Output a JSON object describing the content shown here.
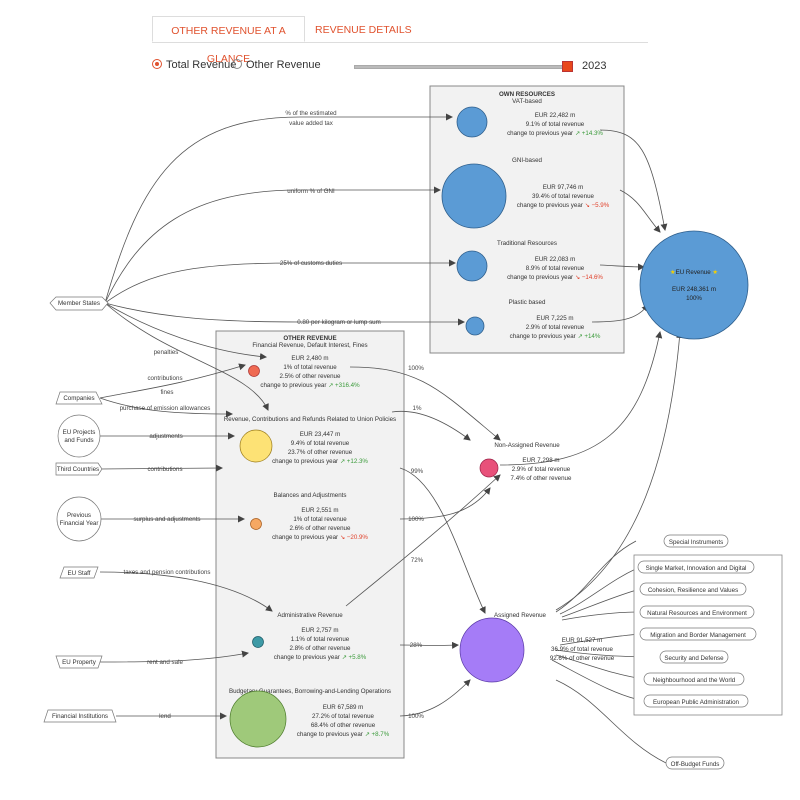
{
  "tabs": {
    "glance": "OTHER REVENUE AT A GLANCE",
    "details": "REVENUE DETAILS"
  },
  "radios": {
    "total": "Total Revenue",
    "other": "Other Revenue"
  },
  "slider": {
    "year": "2023"
  },
  "own": {
    "header": "OWN RESOURCES",
    "vat": {
      "title": "VAT-based",
      "amount": "EUR 22,482 m",
      "share": "9.1% of total revenue",
      "change_label": "change to previous year",
      "change": "↗ +14.3%"
    },
    "gni": {
      "title": "GNI-based",
      "amount": "EUR 97,746 m",
      "share": "39.4% of total revenue",
      "change_label": "change to previous year",
      "change": "↘ −5.9%"
    },
    "trad": {
      "title": "Traditional Resources",
      "amount": "EUR 22,083 m",
      "share": "8.9% of total revenue",
      "change_label": "change to previous year",
      "change": "↘ −14.6%"
    },
    "plastic": {
      "title": "Plastic based",
      "amount": "EUR 7,225 m",
      "share": "2.9% of total revenue",
      "change_label": "change to previous year",
      "change": "↗ +14%"
    }
  },
  "eu": {
    "title": "EU Revenue",
    "amount": "EUR 248,361 m",
    "share": "100%"
  },
  "other": {
    "header": "OTHER REVENUE",
    "fin": {
      "title": "Financial Revenue, Default Interest, Fines",
      "amount": "EUR 2,480 m",
      "share": "1% of total revenue",
      "share2": "2.5% of other revenue",
      "change_label": "change to previous year",
      "change": "↗ +316.4%"
    },
    "rev": {
      "title": "Revenue, Contributions and Refunds Related to Union Policies",
      "amount": "EUR 23,447 m",
      "share": "9.4% of total revenue",
      "share2": "23.7% of other revenue",
      "change_label": "change to previous year",
      "change": "↗ +12.3%"
    },
    "bal": {
      "title": "Balances and Adjustments",
      "amount": "EUR 2,551 m",
      "share": "1% of total revenue",
      "share2": "2.6% of other revenue",
      "change_label": "change to previous year",
      "change": "↘ −20.9%"
    },
    "adm": {
      "title": "Administrative Revenue",
      "amount": "EUR 2,757 m",
      "share": "1.1% of total revenue",
      "share2": "2.8% of other revenue",
      "change_label": "change to previous year",
      "change": "↗ +5.8%"
    },
    "bud": {
      "title": "Budgetary Guarantees, Borrowing-and-Lending Operations",
      "amount": "EUR 67,589 m",
      "share": "27.2% of total revenue",
      "share2": "68.4% of other revenue",
      "change_label": "change to previous year",
      "change": "↗ +8.7%"
    }
  },
  "nonassigned": {
    "title": "Non-Assigned Revenue",
    "amount": "EUR 7,298 m",
    "share": "2.9% of total revenue",
    "share2": "7.4% of other revenue"
  },
  "assigned": {
    "title": "Assigned Revenue",
    "amount": "EUR 91,527 m",
    "share": "36.9% of total revenue",
    "share2": "92.6% of other revenue"
  },
  "sources": {
    "member_states": "Member States",
    "companies": "Companies",
    "eu_projects_1": "EU Projects",
    "eu_projects_2": "and Funds",
    "third_countries": "Third Countries",
    "prev_fy_1": "Previous",
    "prev_fy_2": "Financial Year",
    "eu_staff": "EU Staff",
    "eu_property": "EU Property",
    "fin_inst": "Financial Institutions"
  },
  "flows": {
    "vat_1": "% of the estimated",
    "vat_2": "value added tax",
    "gni": "uniform % of GNI",
    "customs": "25% of customs duties",
    "plastic": "0.80 per kilogram or lump sum",
    "penalties": "penalties",
    "fines": "fines",
    "contributions_ms": "contributions",
    "emission": "purchase of emission allowances",
    "adjustments": "adjustments",
    "contributions_tc": "contributions",
    "surplus": "surplus and adjustments",
    "taxes": "taxes and pension contributions",
    "rent": "rent and sale",
    "lend": "lend",
    "p_fin": "100%",
    "p_rev1": "1%",
    "p_rev99": "99%",
    "p_bal": "100%",
    "p_adm72": "72%",
    "p_adm28": "28%",
    "p_bud": "100%"
  },
  "destinations": [
    "Special Instruments",
    "Single Market, Innovation and Digital",
    "Cohesion, Resilience and Values",
    "Natural Resources and Environment",
    "Migration and Border Management",
    "Security and Defense",
    "Neighbourhood and the World",
    "European Public Administration",
    "Off-Budget Funds"
  ],
  "colors": {
    "accent": "#e0522e",
    "own_circle": "#5b9bd5",
    "fin_circle": "#ef6a52",
    "rev_circle": "#fde275",
    "bal_circle": "#f6a863",
    "adm_circle": "#3e9aa6",
    "bud_circle": "#9fc97a",
    "nonassigned_circle": "#e8517a",
    "assigned_circle": "#a57cf7",
    "positive": "#3a9a3a",
    "negative": "#e0402a"
  }
}
